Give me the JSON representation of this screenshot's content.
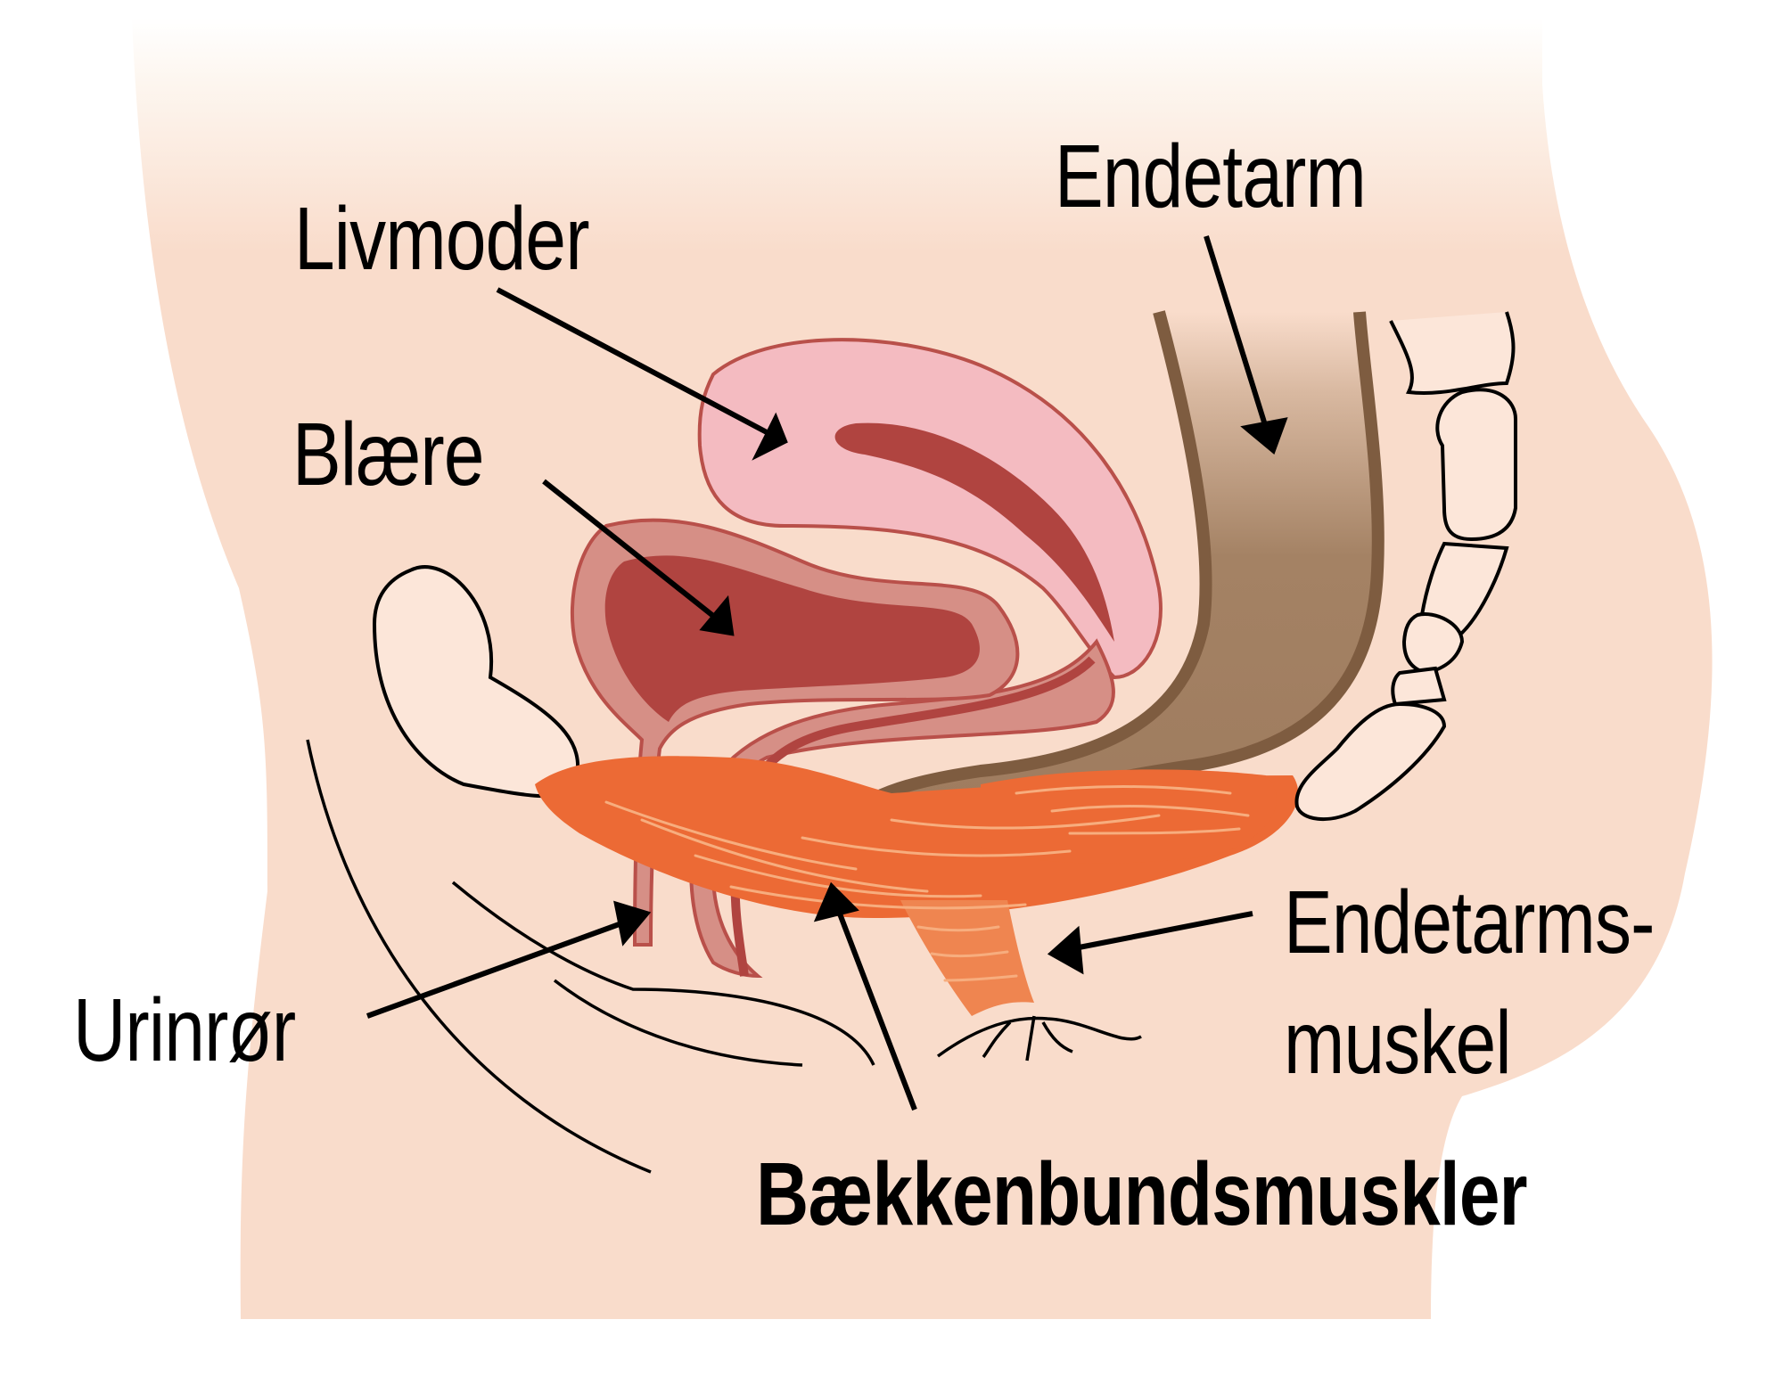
{
  "diagram": {
    "type": "anatomical-cross-section",
    "language": "da",
    "labels": {
      "uterus": "Livmoder",
      "bladder": "Blære",
      "rectum": "Endetarm",
      "urethra": "Urinrør",
      "anal_sphincter_line1": "Endetarms-",
      "anal_sphincter_line2": "muskel",
      "pelvic_floor": "Bækkenbundsmuskler"
    },
    "colors": {
      "skin": "#f9dccb",
      "skin_fade": "#ffffff",
      "uterus": "#f4bbc1",
      "uterus_cavity": "#b04440",
      "organ_outline": "#b9504a",
      "bladder_wall": "#d68f86",
      "bladder_inner": "#b04440",
      "rectum_fill": "#a48264",
      "rectum_outline": "#7e5c40",
      "muscle": "#ec6a35",
      "muscle_fiber": "#f7ad7e",
      "bone": "#fce6d9",
      "line": "#000000"
    }
  }
}
